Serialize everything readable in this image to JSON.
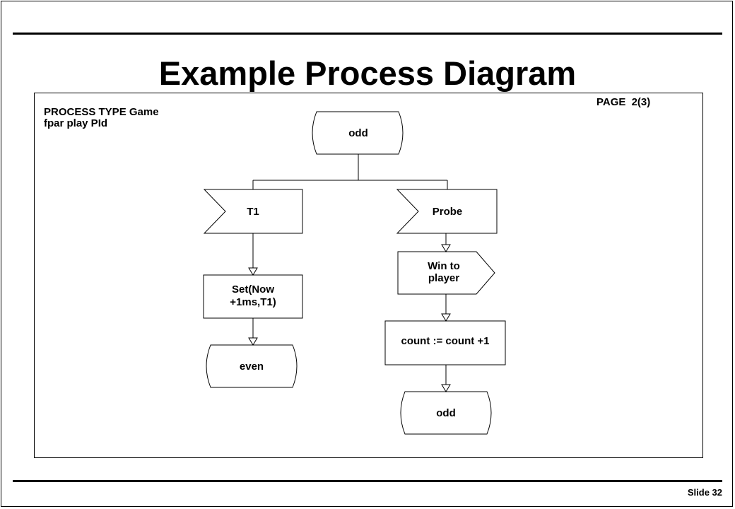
{
  "slide": {
    "title": "Example Process Diagram",
    "page_label": "PAGE 2(3)",
    "process_type": "PROCESS TYPE Game",
    "fpar": "fpar play PId",
    "slide_number": "Slide 32"
  },
  "diagram": {
    "state_top": "odd",
    "input_left": "T1",
    "input_right": "Probe",
    "task_left_line1": "Set(Now",
    "task_left_line2": "+1ms,T1)",
    "output_line1": "Win to",
    "output_line2": "player",
    "task_right": "count := count +1",
    "state_left_bottom": "even",
    "state_right_bottom": "odd"
  }
}
